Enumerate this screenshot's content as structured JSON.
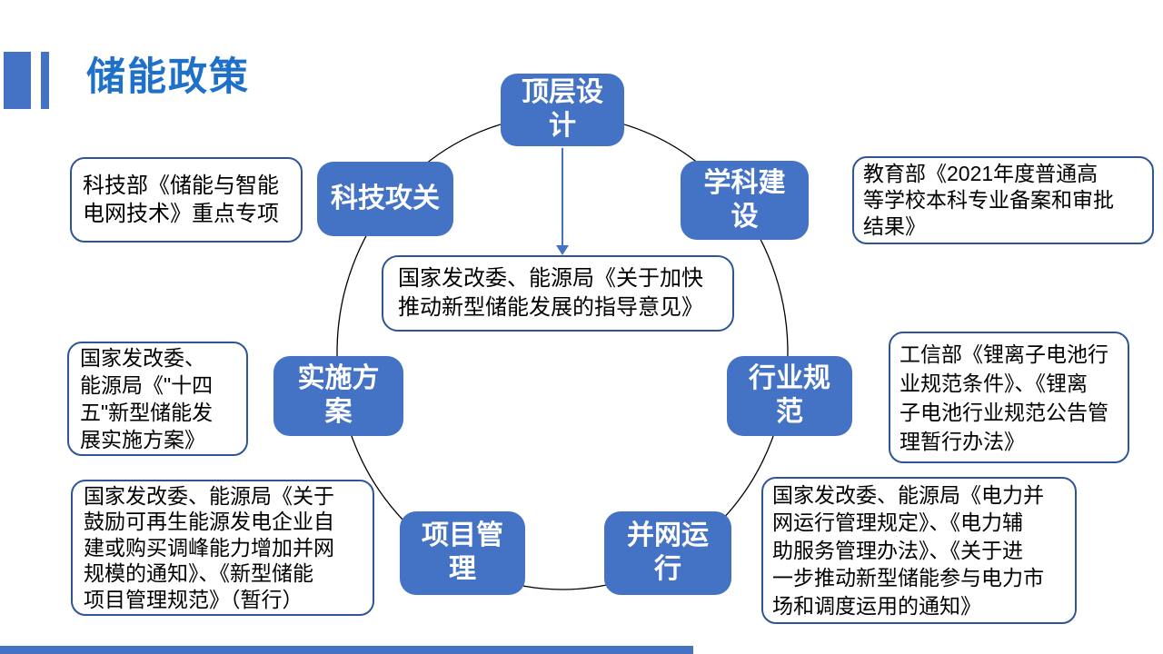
{
  "title": "储能政策",
  "colors": {
    "accent": "#4472C4",
    "title_blue": "#1E70C8",
    "callout_border": "#2F5597",
    "circle_stroke": "#000000"
  },
  "center_box": {
    "text": "国家发改委、能源局《关于加快\n推动新型储能发展的指导意见》"
  },
  "nodes": {
    "top": {
      "label": "顶层设\n计"
    },
    "tech": {
      "label": "科技攻关"
    },
    "discipline": {
      "label": "学科建\n设"
    },
    "implementation": {
      "label": "实施方\n案"
    },
    "industry": {
      "label": "行业规\n范"
    },
    "project": {
      "label": "项目管\n理"
    },
    "grid": {
      "label": "并网运\n行"
    }
  },
  "callouts": {
    "top_left": {
      "text": "科技部《储能与智能\n电网技术》重点专项"
    },
    "top_right": {
      "text": "教育部《2021年度普通高\n等学校本科专业备案和审批\n结果》"
    },
    "left": {
      "text": "国家发改委、\n能源局《\"十四\n五\"新型储能发\n展实施方案》"
    },
    "right": {
      "text": "工信部《锂离子电池行\n业规范条件》、《锂离\n子电池行业规范公告管\n理暂行办法》"
    },
    "bottom_left": {
      "text": "国家发改委、能源局《关于\n鼓励可再生能源发电企业自\n建或购买调峰能力增加并网\n规模的通知》、《新型储能\n项目管理规范》（暂行）"
    },
    "bottom_right": {
      "text": "国家发改委、能源局《电力并\n网运行管理规定》、《电力辅\n助服务管理办法》、《关于进\n一步推动新型储能参与电力市\n场和调度运用的通知》"
    }
  }
}
